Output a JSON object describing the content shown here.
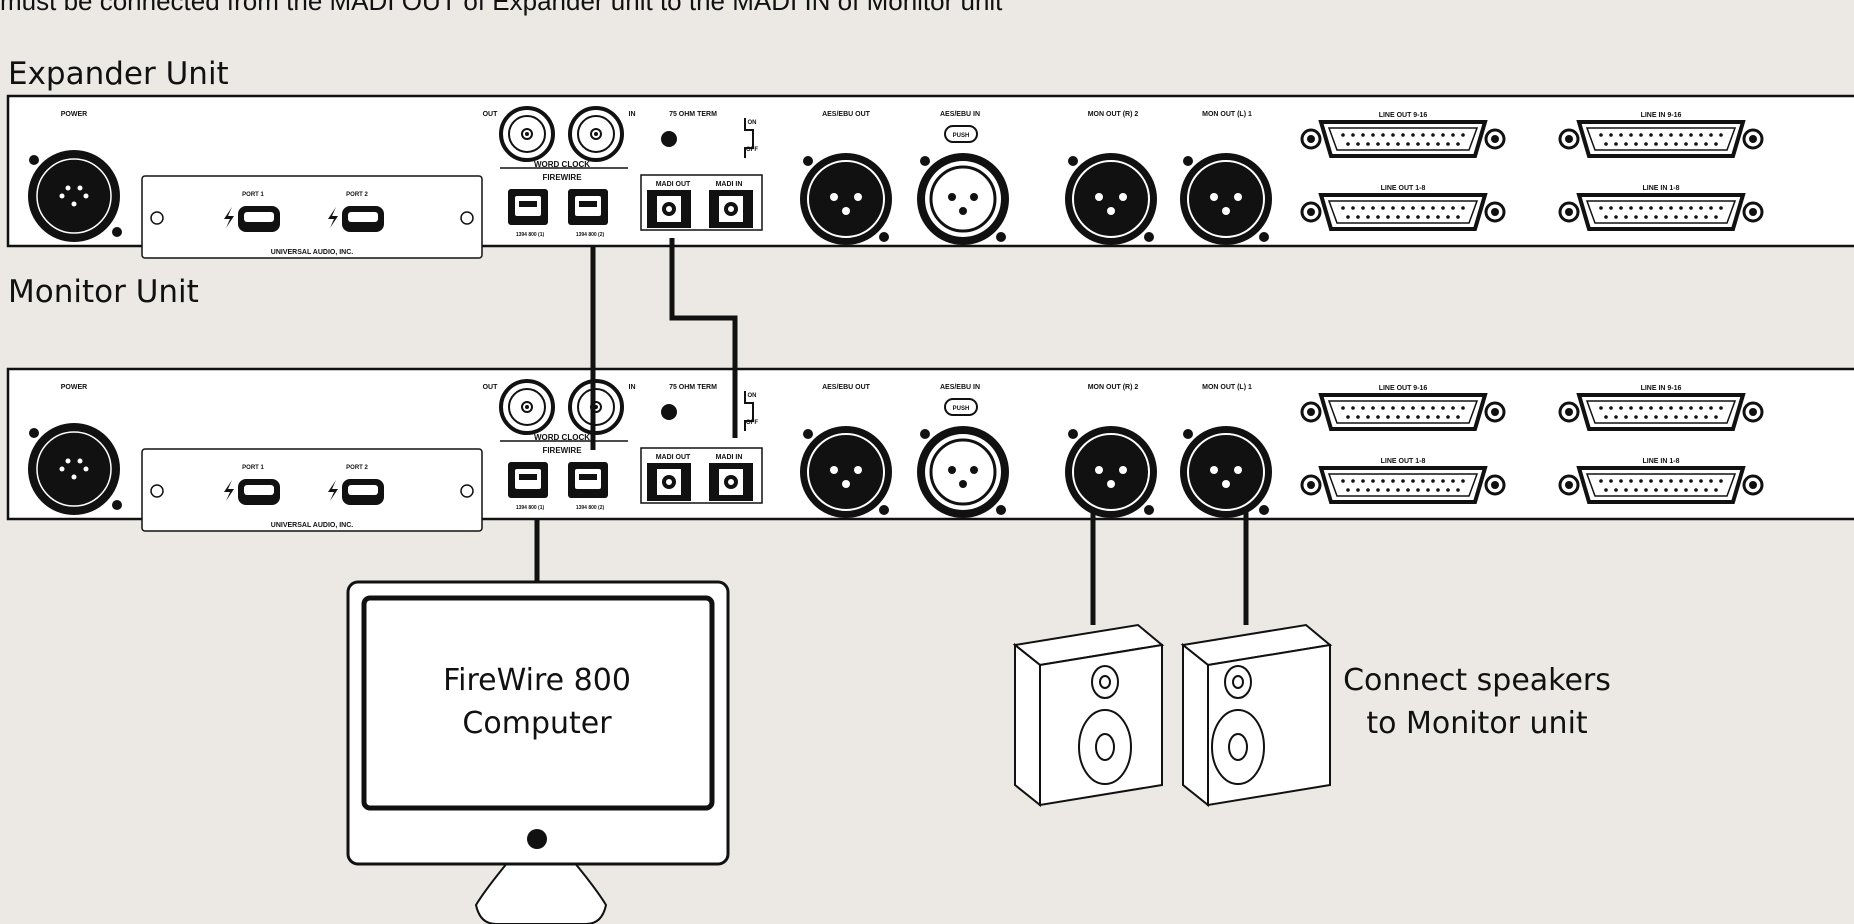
{
  "intro_text": "must be connected from the MADI OUT of Expander unit to the MADI IN of Monitor unit",
  "units": [
    {
      "title": "Expander Unit",
      "labels": {
        "power": "POWER",
        "port1": "PORT 1",
        "port2": "PORT 2",
        "universal_audio": "UNIVERSAL AUDIO, INC.",
        "wc_out": "OUT",
        "wc_in": "IN",
        "word_clock": "WORD CLOCK",
        "firewire": "FIREWIRE",
        "fw1": "1394 800 (1)",
        "fw2": "1394 800 (2)",
        "term": "75 OHM TERM",
        "on": "ON",
        "off": "OFF",
        "madi_out": "MADI OUT",
        "madi_in": "MADI IN",
        "aes_out": "AES/EBU OUT",
        "aes_in": "AES/EBU IN",
        "push": "PUSH",
        "mon_r": "MON OUT (R) 2",
        "mon_l": "MON OUT (L) 1",
        "line_out_9_16": "LINE OUT 9-16",
        "line_in_9_16": "LINE IN 9-16",
        "line_out_1_8": "LINE OUT 1-8",
        "line_in_1_8": "LINE IN 1-8"
      }
    },
    {
      "title": "Monitor Unit",
      "labels": {
        "power": "POWER",
        "port1": "PORT 1",
        "port2": "PORT 2",
        "universal_audio": "UNIVERSAL AUDIO, INC.",
        "wc_out": "OUT",
        "wc_in": "IN",
        "word_clock": "WORD CLOCK",
        "firewire": "FIREWIRE",
        "fw1": "1394 800 (1)",
        "fw2": "1394 800 (2)",
        "term": "75 OHM TERM",
        "on": "ON",
        "off": "OFF",
        "madi_out": "MADI OUT",
        "madi_in": "MADI IN",
        "aes_out": "AES/EBU OUT",
        "aes_in": "AES/EBU IN",
        "push": "PUSH",
        "mon_r": "MON OUT (R) 2",
        "mon_l": "MON OUT (L) 1",
        "line_out_9_16": "LINE OUT 9-16",
        "line_in_9_16": "LINE IN 9-16",
        "line_out_1_8": "LINE OUT 1-8",
        "line_in_1_8": "LINE IN 1-8"
      }
    }
  ],
  "computer": {
    "line1": "FireWire 800",
    "line2": "Computer"
  },
  "speakers_note": {
    "line1": "Connect speakers",
    "line2": "to Monitor unit"
  },
  "colors": {
    "background": "#ece9e4",
    "line": "#111111"
  }
}
